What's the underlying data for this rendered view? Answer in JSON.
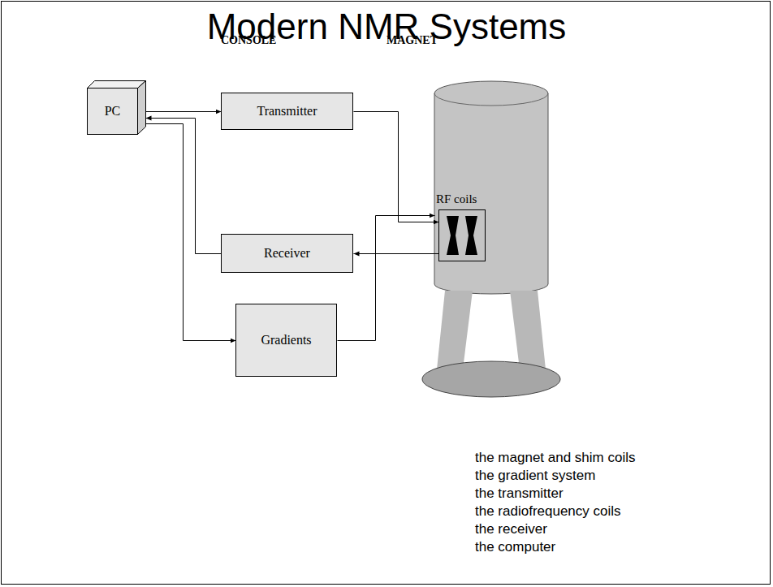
{
  "diagram": {
    "title": "Modern NMR Systems",
    "nodes": [
      {
        "text": [
          "PC"
        ]
      },
      {
        "text": [
          "Transmitter"
        ]
      },
      {
        "text": [
          "Receiver"
        ]
      },
      {
        "text": [
          "Gradients"
        ]
      },
      {
        "text": [
          "RF coils"
        ]
      }
    ],
    "edges": [
      {
        "from": 0,
        "to": 1,
        "arrow": "to"
      },
      {
        "from": 2,
        "to": 0,
        "arrow": "to"
      },
      {
        "from": 0,
        "to": 3,
        "arrow": "to"
      },
      {
        "from": 1,
        "to": 4,
        "arrow": "to"
      },
      {
        "from": 4,
        "to": 2,
        "arrow": "to"
      },
      {
        "from": 3,
        "to": 4,
        "arrow": "to"
      }
    ],
    "labels": [
      "CONSOLE",
      "MAGNET",
      "the magnet and shim coils",
      "the gradient system",
      "the transmitter",
      "the radiofrequency coils",
      "the receiver",
      "the computer"
    ]
  }
}
